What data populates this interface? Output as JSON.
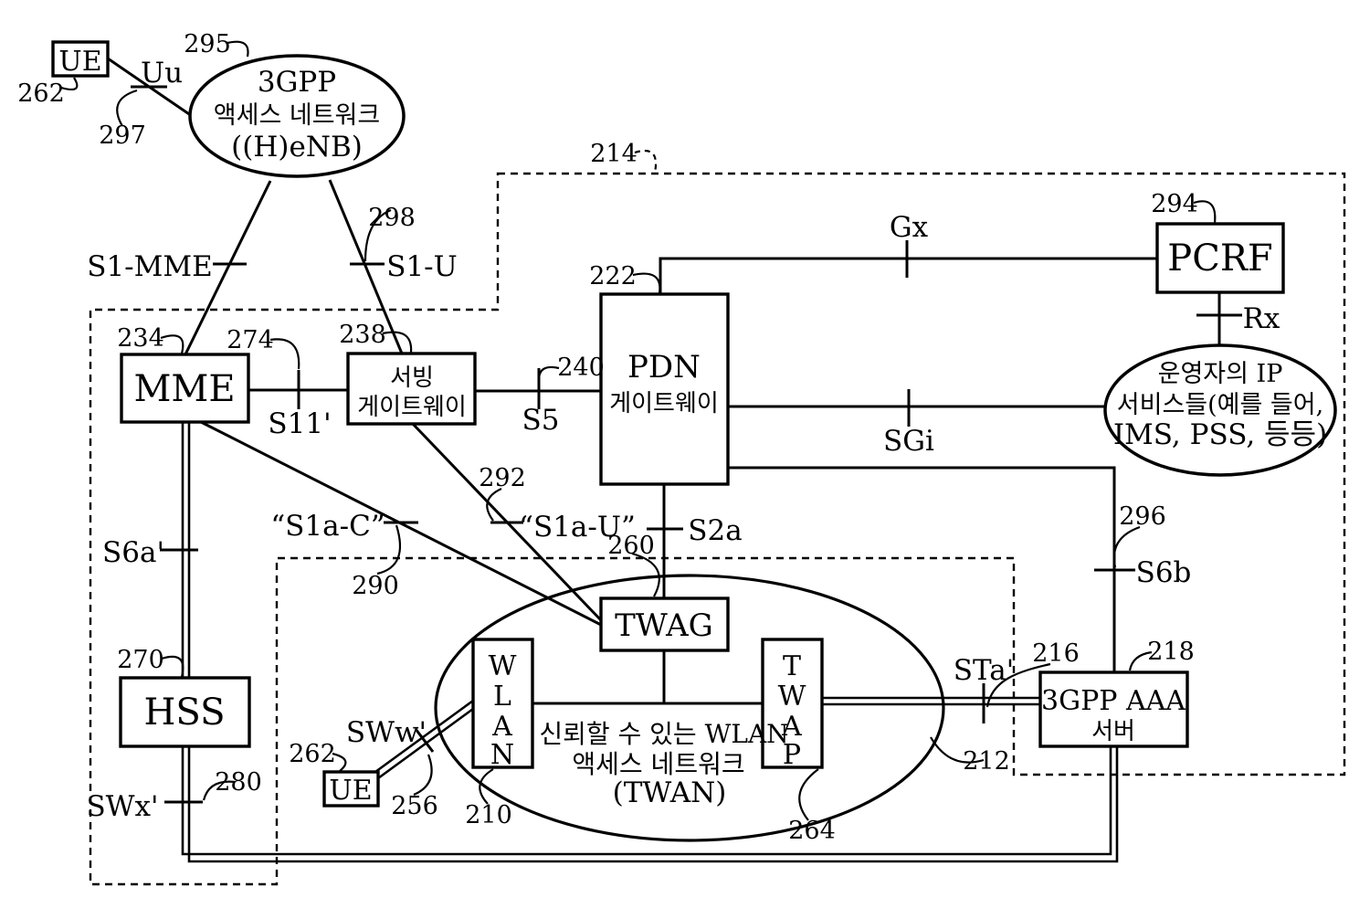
{
  "figure": {
    "background": "#ffffff",
    "ink": "#000000",
    "nodes": {
      "ue_top": {
        "label": "UE",
        "ref": "262"
      },
      "access_network": {
        "lines": [
          "3GPP",
          "액세스 네트워크",
          "((H)eNB)"
        ],
        "ref": "295"
      },
      "mme": {
        "label": "MME",
        "ref": "234"
      },
      "serving_gateway": {
        "lines": [
          "서빙",
          "게이트웨이"
        ],
        "ref": "238"
      },
      "pdn_gateway": {
        "lines": [
          "PDN",
          "게이트웨이"
        ],
        "ref": "222"
      },
      "pcrf": {
        "label": "PCRF",
        "ref": "294"
      },
      "operator_ip_services": {
        "lines": [
          "운영자의 IP",
          "서비스들(예를 들어,",
          "IMS, PSS, 등등)"
        ]
      },
      "hss": {
        "label": "HSS",
        "ref": "270"
      },
      "twag": {
        "label": "TWAG",
        "ref": "260"
      },
      "wlan": {
        "letters": [
          "W",
          "L",
          "A",
          "N"
        ],
        "ref": "210"
      },
      "twap": {
        "letters": [
          "T",
          "W",
          "A",
          "P"
        ],
        "ref": "264"
      },
      "twan_ellipse": {
        "lines": [
          "신뢰할 수 있는 WLAN",
          "액세스 네트워크",
          "(TWAN)"
        ],
        "ref": "212"
      },
      "aaa_server": {
        "lines": [
          "3GPP AAA",
          "서버"
        ],
        "ref": "218"
      },
      "ue_bottom": {
        "label": "UE",
        "ref": "262"
      },
      "epc_region": {
        "ref": "214"
      }
    },
    "interfaces": {
      "uu": {
        "label": "Uu",
        "ref": "297"
      },
      "s1_mme": {
        "label": "S1-MME"
      },
      "s1_u": {
        "label": "S1-U",
        "ref": "298"
      },
      "s11": {
        "label": "S11'",
        "ref": "274"
      },
      "s5": {
        "label": "S5",
        "ref": "240"
      },
      "gx": {
        "label": "Gx"
      },
      "rx": {
        "label": "Rx"
      },
      "sgi": {
        "label": "SGi"
      },
      "s6b": {
        "label": "S6b",
        "ref": "296"
      },
      "s2a": {
        "label": "S2a"
      },
      "s1a_c": {
        "label": "“S1a-C”",
        "ref": "290"
      },
      "s1a_u": {
        "label": "“S1a-U”",
        "ref": "292"
      },
      "s6a": {
        "label": "S6a'"
      },
      "swx": {
        "label": "SWx'",
        "ref": "280"
      },
      "sww": {
        "label": "SWw'",
        "ref": "256"
      },
      "sta": {
        "label": "STa'",
        "ref": "216"
      }
    }
  }
}
